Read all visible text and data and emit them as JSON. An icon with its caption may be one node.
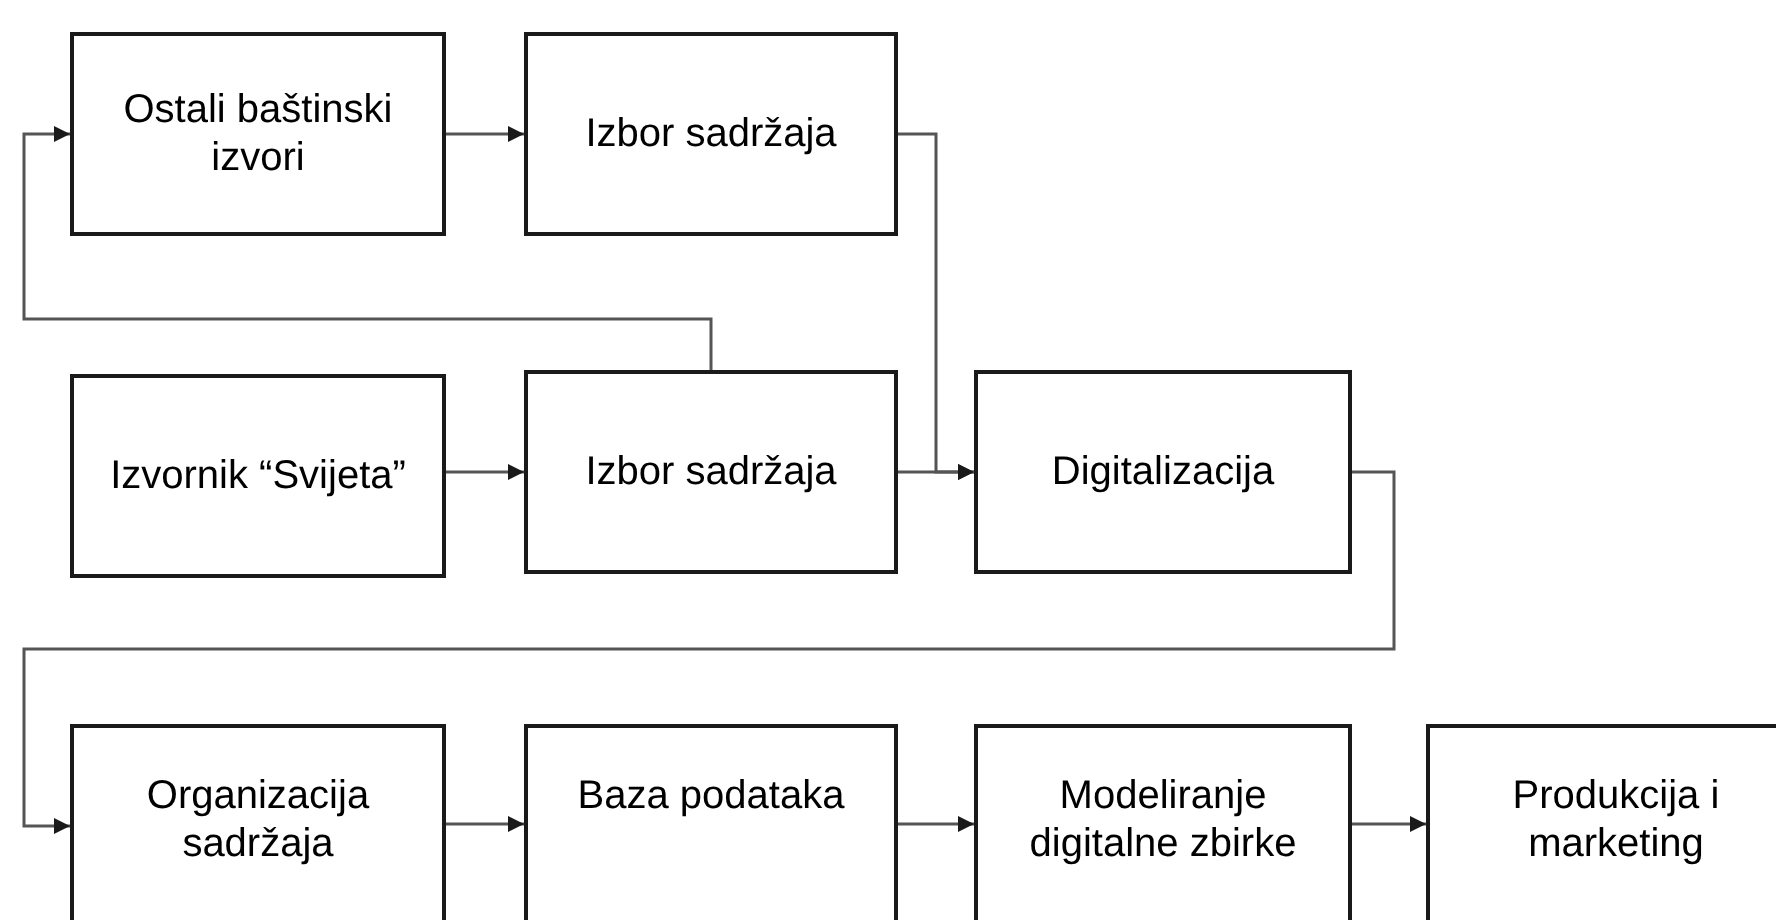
{
  "diagram": {
    "nodes": [
      {
        "text": [
          "Ostali baštinski izvori"
        ]
      },
      {
        "text": [
          "Izbor sadržaja"
        ]
      },
      {
        "text": [
          "Izvornik “Svijeta”"
        ]
      },
      {
        "text": [
          "Izbor sadržaja"
        ]
      },
      {
        "text": [
          "Digitalizacija"
        ]
      },
      {
        "text": [
          "Organizacija sadržaja"
        ]
      },
      {
        "text": [
          "Baza podataka"
        ]
      },
      {
        "text": [
          "Modeliranje digitalne zbirke"
        ]
      },
      {
        "text": [
          "Produkcija i marketing"
        ]
      }
    ],
    "edges": [
      {
        "from": 0,
        "to": 1,
        "arrow": "to"
      },
      {
        "from": 2,
        "to": 3,
        "arrow": "to"
      },
      {
        "from": 3,
        "to": 4,
        "arrow": "to"
      },
      {
        "from": 1,
        "to": 4,
        "arrow": "to"
      },
      {
        "from": 3,
        "to": 0,
        "arrow": "to"
      },
      {
        "from": 4,
        "to": 5,
        "arrow": "to"
      },
      {
        "from": 5,
        "to": 6,
        "arrow": "to"
      },
      {
        "from": 6,
        "to": 7,
        "arrow": "to"
      },
      {
        "from": 7,
        "to": 8,
        "arrow": "to"
      }
    ]
  }
}
